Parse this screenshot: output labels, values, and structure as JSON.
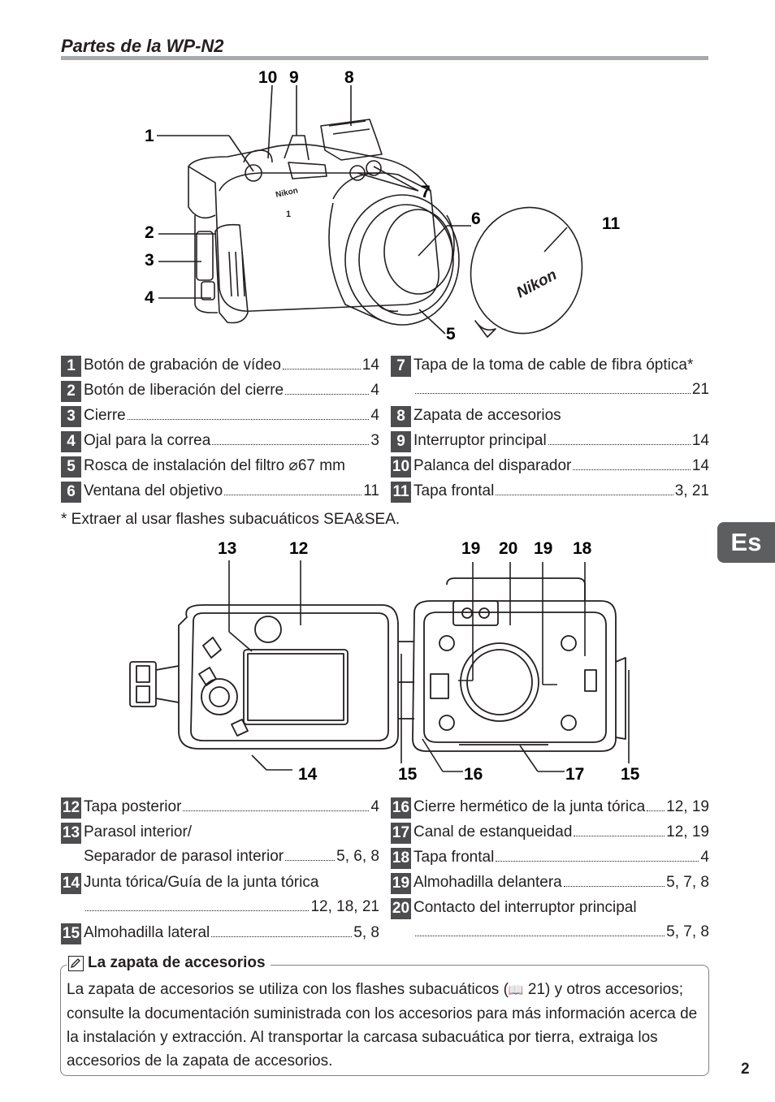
{
  "page_title": "Partes de la WP-N2",
  "side_tab": "Es",
  "page_number": "2",
  "figure_top": {
    "camera_brand": "Nikon",
    "camera_model": "1",
    "cap_brand": "Nikon",
    "callouts": [
      "10",
      "9",
      "8",
      "1",
      "7",
      "2",
      "6",
      "11",
      "3",
      "4",
      "5"
    ]
  },
  "figure_bottom": {
    "callouts_top": [
      "13",
      "12",
      "19",
      "20",
      "19",
      "18"
    ],
    "callouts_bottom": [
      "14",
      "15",
      "16",
      "17",
      "15"
    ]
  },
  "parts_top_left": [
    {
      "num": "1",
      "text": "Botón de grabación de vídeo",
      "page": "14"
    },
    {
      "num": "2",
      "text": "Botón de liberación del cierre",
      "page": "4"
    },
    {
      "num": "3",
      "text": "Cierre",
      "page": "4"
    },
    {
      "num": "4",
      "text": "Ojal para la correa",
      "page": "3"
    },
    {
      "num": "5",
      "text": "Rosca de instalación del filtro ⌀67 mm",
      "page": ""
    },
    {
      "num": "6",
      "text": "Ventana del objetivo",
      "page": "11"
    }
  ],
  "parts_top_right": [
    {
      "num": "7",
      "text": "Tapa de la toma de cable de fibra óptica*",
      "page": "21",
      "wrap": true
    },
    {
      "num": "8",
      "text": "Zapata de accesorios",
      "page": ""
    },
    {
      "num": "9",
      "text": "Interruptor principal",
      "page": "14"
    },
    {
      "num": "10",
      "text": "Palanca del disparador",
      "page": "14"
    },
    {
      "num": "11",
      "text": "Tapa frontal",
      "page": "3, 21"
    }
  ],
  "footnote": "* Extraer al usar flashes subacuáticos SEA&SEA.",
  "parts_bottom_left": [
    {
      "num": "12",
      "text": "Tapa posterior",
      "page": "4"
    },
    {
      "num": "13",
      "text": "Parasol interior/",
      "text2": "Separador de parasol interior",
      "page": "5, 6, 8"
    },
    {
      "num": "14",
      "text": "Junta tórica/Guía de la junta tórica",
      "page": "12, 18, 21",
      "wrap": true
    },
    {
      "num": "15",
      "text": "Almohadilla lateral",
      "page": "5, 8"
    }
  ],
  "parts_bottom_right": [
    {
      "num": "16",
      "text": "Cierre hermético de la junta tórica",
      "page": "12, 19"
    },
    {
      "num": "17",
      "text": "Canal de estanqueidad",
      "page": "12, 19"
    },
    {
      "num": "18",
      "text": "Tapa frontal",
      "page": "4"
    },
    {
      "num": "19",
      "text": "Almohadilla delantera",
      "page": "5, 7, 8"
    },
    {
      "num": "20",
      "text": "Contacto del interruptor principal",
      "page": "5, 7, 8",
      "wrap": true
    }
  ],
  "note": {
    "title": "La zapata de accesorios",
    "body_1": "La zapata de accesorios se utiliza con los flashes subacuáticos (",
    "book_icon": "📖",
    "body_2": " 21) y otros accesorios; consulte la documentación suministrada con los accesorios para más información acerca de la instalación y extracción. Al transportar la carcasa subacuática por tierra, extraiga los accesorios de la zapata de accesorios."
  },
  "colors": {
    "number_box": "#4d4d4f",
    "rule": "#a7a9ac",
    "tab": "#5d5e60"
  }
}
